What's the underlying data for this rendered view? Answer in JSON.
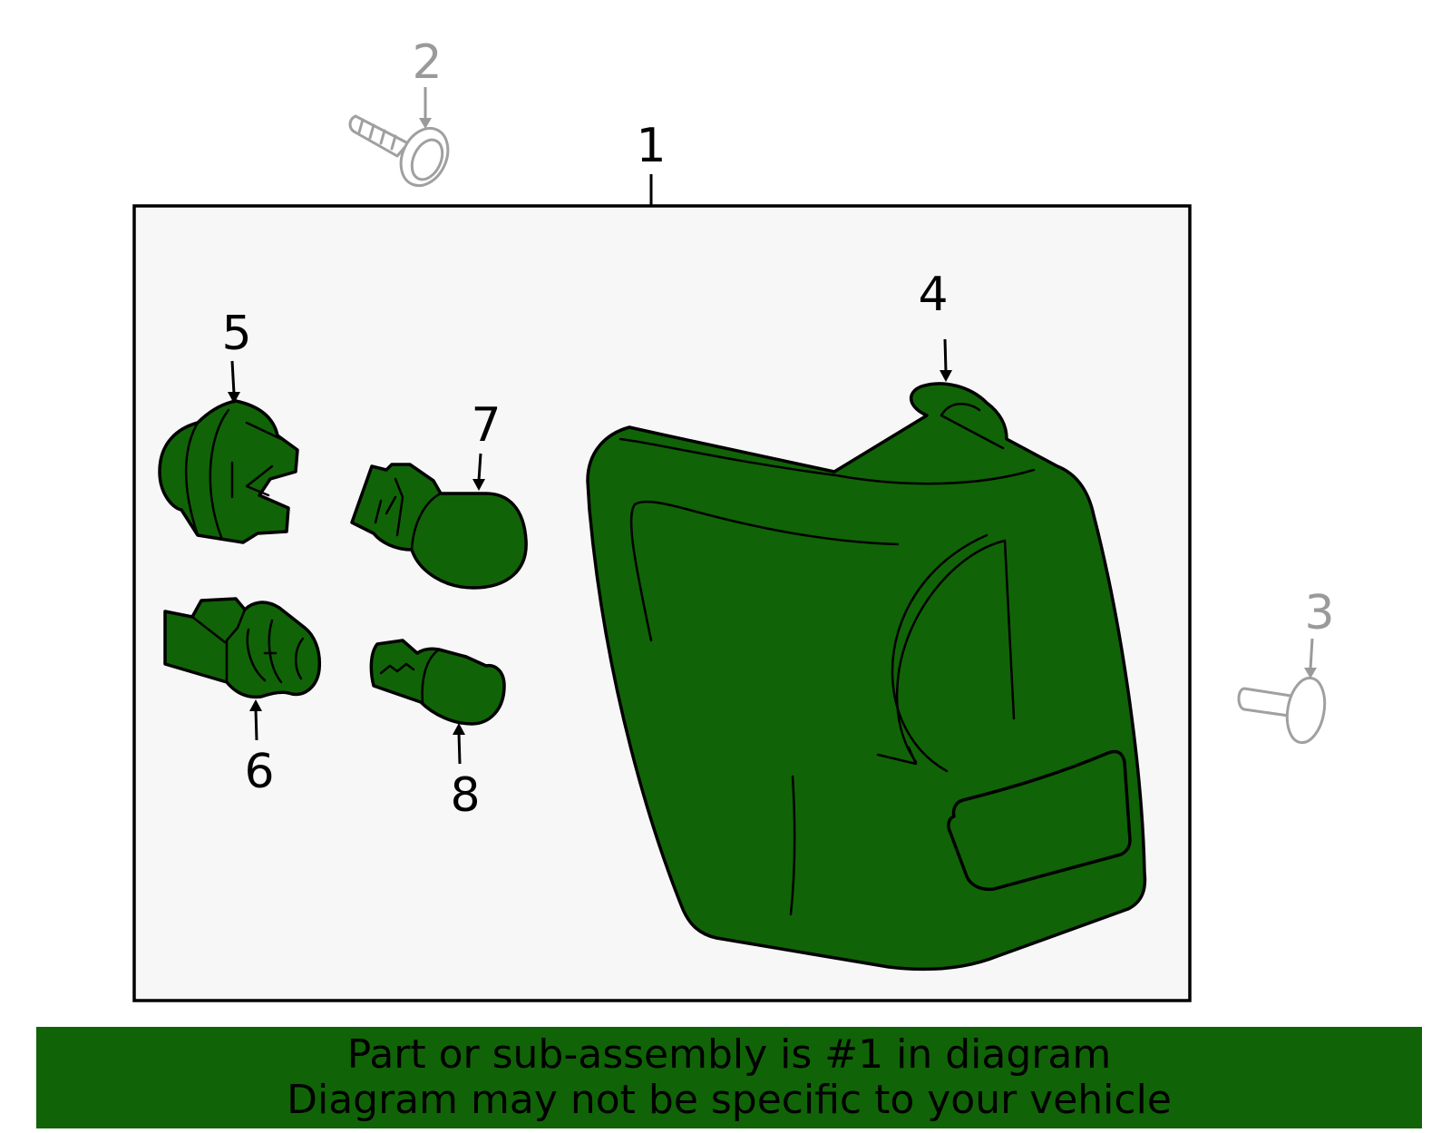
{
  "callouts": {
    "c1": "1",
    "c2": "2",
    "c3": "3",
    "c4": "4",
    "c5": "5",
    "c6": "6",
    "c7": "7",
    "c8": "8"
  },
  "banner": {
    "line1": "Part or sub-assembly is #1 in diagram",
    "line2": "Diagram may not be specific to your vehicle"
  },
  "colors": {
    "highlight": "#116307",
    "box_fill": "#f7f7f7",
    "secondary_part": "#a0a0a0"
  }
}
